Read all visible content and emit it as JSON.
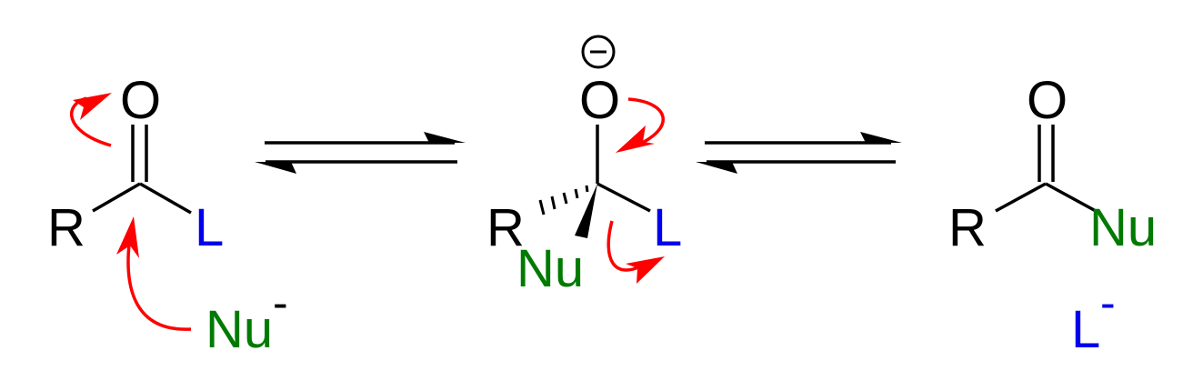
{
  "title": "Nucleophilic acyl substitution mechanism",
  "colors": {
    "leaving_group": "#0000ee",
    "nucleophile": "#007a00",
    "electron_arrows": "#ff0000"
  },
  "reactant": {
    "oxygen": "O",
    "r_group": "R",
    "leaving_group": "L",
    "nucleophile": "Nu",
    "nucleophile_charge": "-"
  },
  "intermediate": {
    "oxygen": "O",
    "charge": "⊖",
    "r_group": "R",
    "leaving_group": "L",
    "nucleophile": "Nu"
  },
  "product": {
    "oxygen": "O",
    "r_group": "R",
    "nucleophile": "Nu",
    "leaving_group": "L",
    "leaving_group_charge": "-"
  }
}
